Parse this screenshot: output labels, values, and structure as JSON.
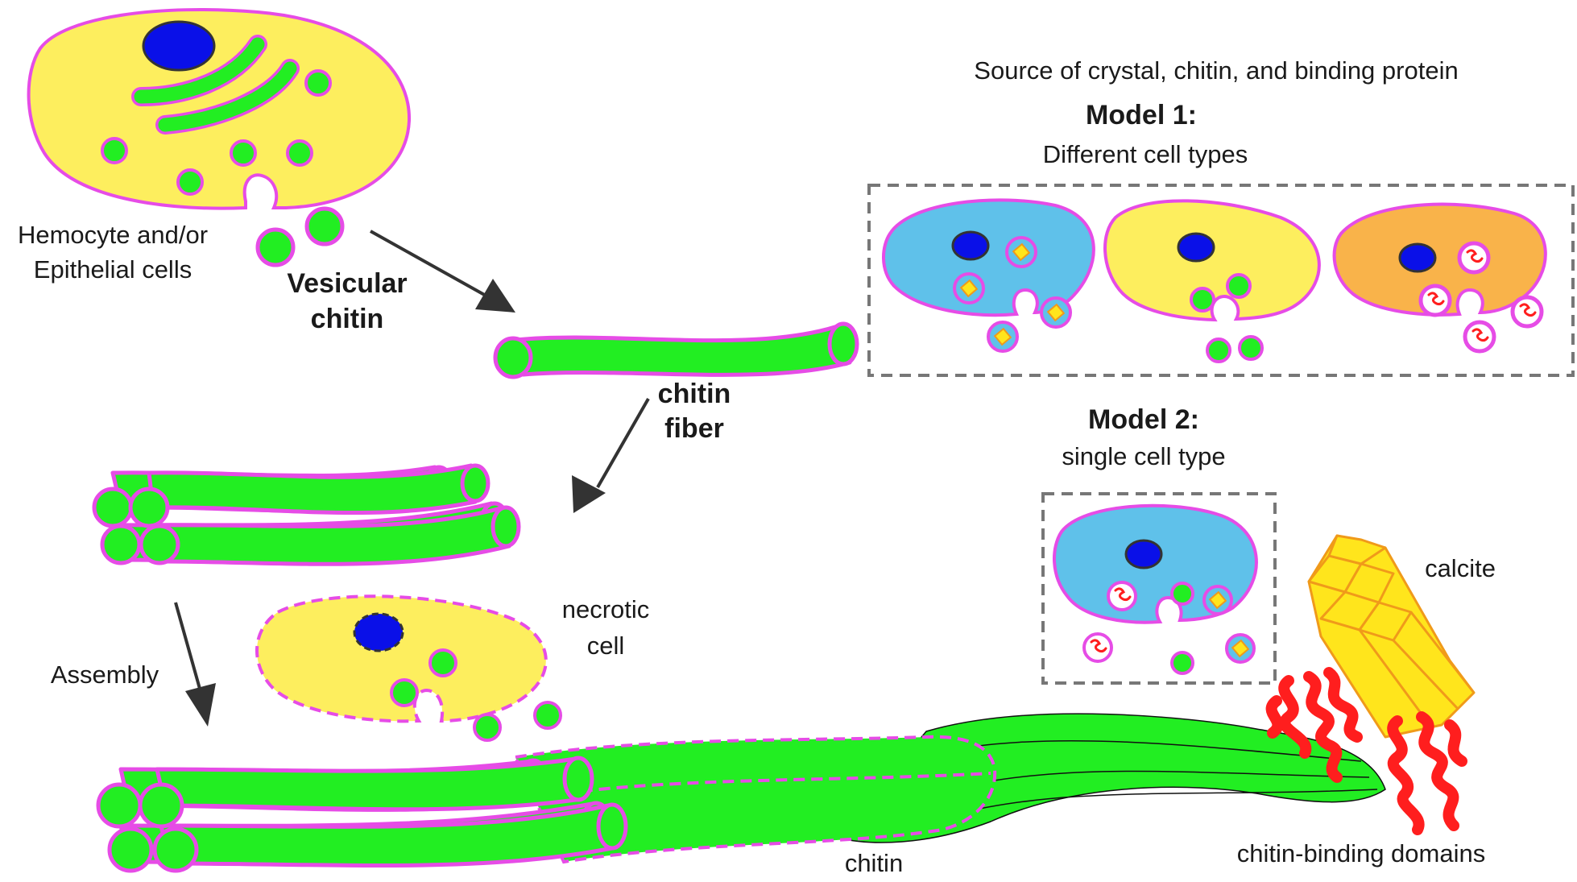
{
  "labels": {
    "hemocyte_line1": "Hemocyte and/or",
    "hemocyte_line2": "Epithelial cells",
    "vesicular_line1": "Vesicular",
    "vesicular_line2": "chitin",
    "chitin_fiber_line1": "chitin",
    "chitin_fiber_line2": "fiber",
    "source_title": "Source of crystal, chitin, and binding protein",
    "model1_title": "Model 1:",
    "model1_subtitle": "Different cell types",
    "model2_title": "Model 2:",
    "model2_subtitle": "single cell type",
    "assembly": "Assembly",
    "necrotic_line1": "necrotic",
    "necrotic_line2": "cell",
    "calcite": "calcite",
    "chitin": "chitin",
    "chitin_binding": "chitin-binding domains"
  },
  "colors": {
    "cell_yellow": "#fdee5e",
    "cell_blue": "#5fc1ea",
    "cell_orange": "#f9b34a",
    "membrane_magenta": "#e64ce6",
    "chitin_green": "#22ee22",
    "nucleus_blue": "#0a10e8",
    "calcite_yellow": "#ffe51c",
    "binding_red": "#ff1e1e",
    "box_gray": "#777777"
  }
}
